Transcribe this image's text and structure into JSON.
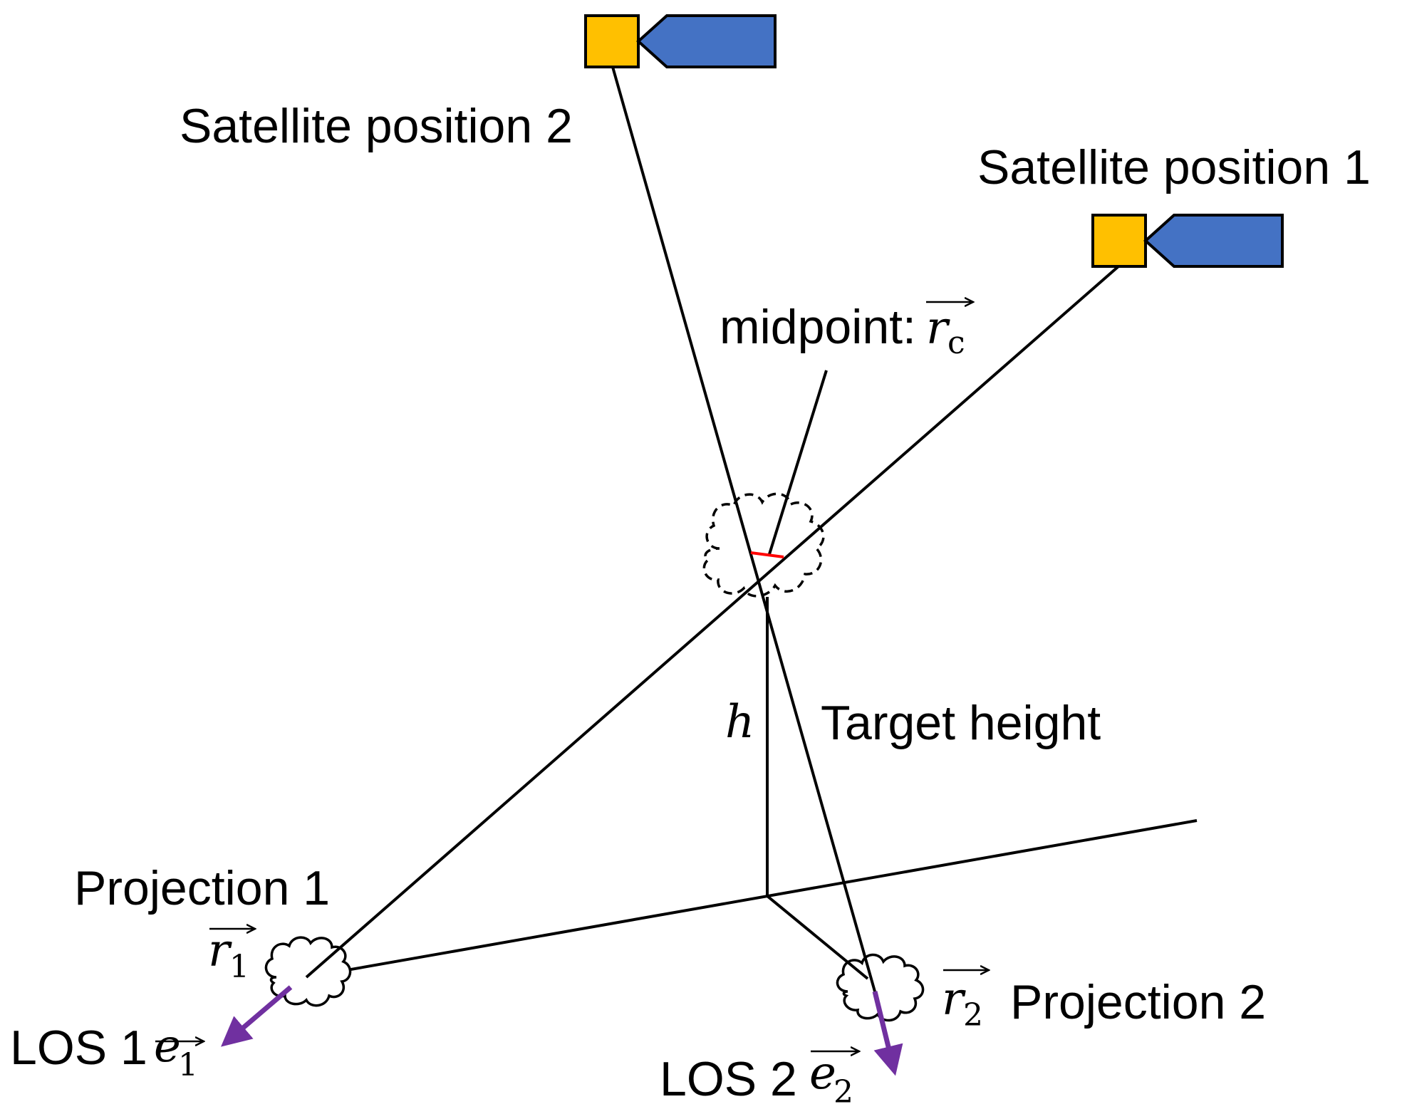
{
  "labels": {
    "satellite_position_2": "Satellite position 2",
    "satellite_position_1": "Satellite position 1",
    "midpoint": "midpoint:",
    "midpoint_vector": "r",
    "midpoint_vector_sub": "c",
    "height_symbol": "h",
    "target_height": "Target height",
    "projection_1": "Projection 1",
    "r1_vector": "r",
    "r1_sub": "1",
    "projection_2": "Projection 2",
    "r2_vector": "r",
    "r2_sub": "2",
    "los_1": "LOS 1",
    "e1_vector": "e",
    "e1_sub": "1",
    "los_2": "LOS 2",
    "e2_vector": "e",
    "e2_sub": "2"
  },
  "colors": {
    "satellite_body": "#FFC000",
    "satellite_panel": "#4472C4",
    "los_arrow": "#7030A0",
    "closest_segment": "#FF0000",
    "lines": "#000000"
  },
  "icons": {
    "satellite": "satellite-icon",
    "cloud": "cloud-icon",
    "vector_arrow": "vector-arrow-icon"
  }
}
